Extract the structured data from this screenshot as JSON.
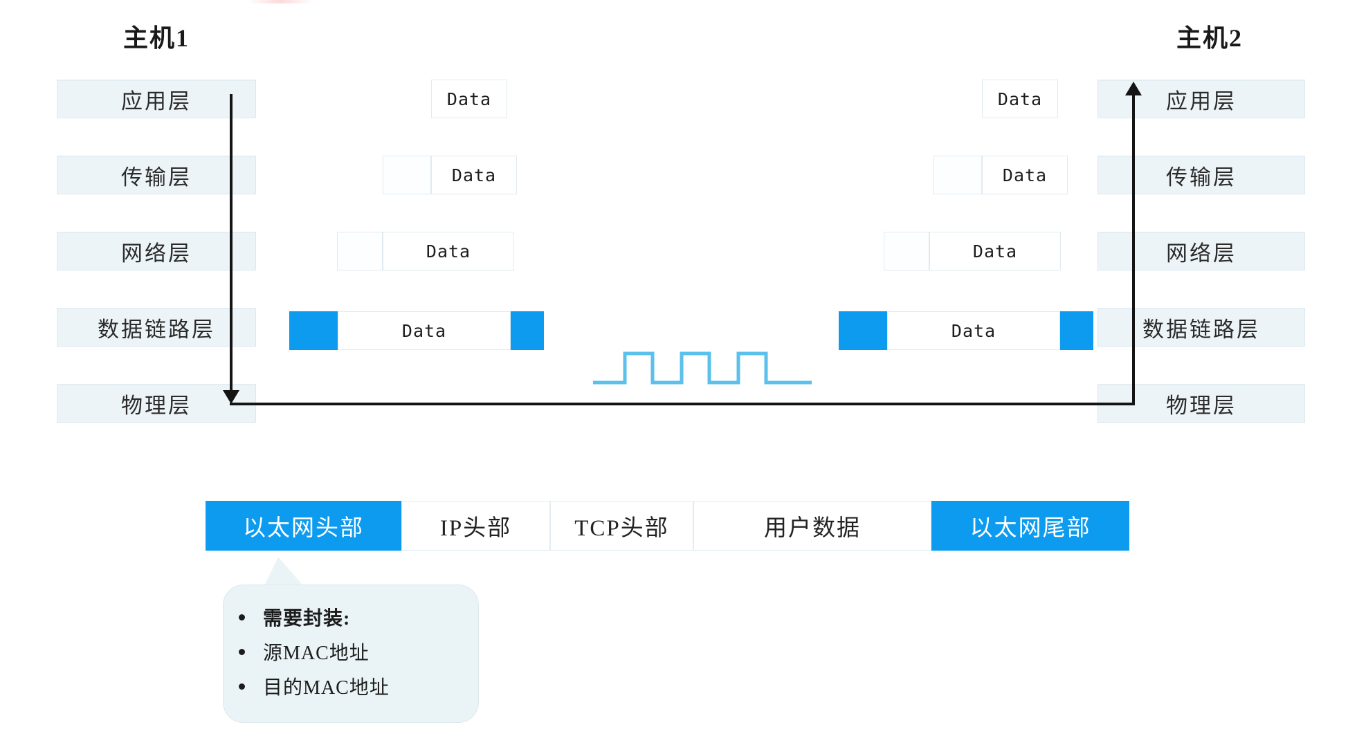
{
  "hosts": {
    "left": {
      "title": "主机1"
    },
    "right": {
      "title": "主机2"
    }
  },
  "layers": [
    {
      "name": "应用层"
    },
    {
      "name": "传输层"
    },
    {
      "name": "网络层"
    },
    {
      "name": "数据链路层"
    },
    {
      "name": "物理层"
    }
  ],
  "packets": {
    "data_label": "Data",
    "left": [
      {
        "layer": "应用层",
        "segments": [
          "Data"
        ]
      },
      {
        "layer": "传输层",
        "segments": [
          "",
          "Data"
        ]
      },
      {
        "layer": "网络层",
        "segments": [
          "",
          "Data"
        ]
      },
      {
        "layer": "数据链路层",
        "segments": [
          "",
          "Data",
          ""
        ]
      }
    ],
    "right": [
      {
        "layer": "应用层",
        "segments": [
          "Data"
        ]
      },
      {
        "layer": "传输层",
        "segments": [
          "",
          "Data"
        ]
      },
      {
        "layer": "网络层",
        "segments": [
          "",
          "Data"
        ]
      },
      {
        "layer": "数据链路层",
        "segments": [
          "",
          "Data",
          ""
        ]
      }
    ]
  },
  "encapsulation_bar": [
    {
      "label": "以太网头部",
      "accent": true
    },
    {
      "label": "IP头部",
      "accent": false
    },
    {
      "label": "TCP头部",
      "accent": false
    },
    {
      "label": "用户数据",
      "accent": false
    },
    {
      "label": "以太网尾部",
      "accent": true
    }
  ],
  "callout": {
    "bullets": [
      {
        "text": "需要封装:",
        "bold": true
      },
      {
        "text": "源MAC地址",
        "bold": false
      },
      {
        "text": "目的MAC地址",
        "bold": false
      }
    ]
  },
  "signal": {
    "description": "digital-square-wave",
    "pulses": 3
  },
  "colors": {
    "accent_blue": "#0d9bef",
    "wave_blue": "#5bc0eb",
    "layer_fill": "#edf4f8",
    "layer_border": "#dbe8ef",
    "arrow_black": "#141414",
    "callout_fill": "#eaf4f7"
  }
}
